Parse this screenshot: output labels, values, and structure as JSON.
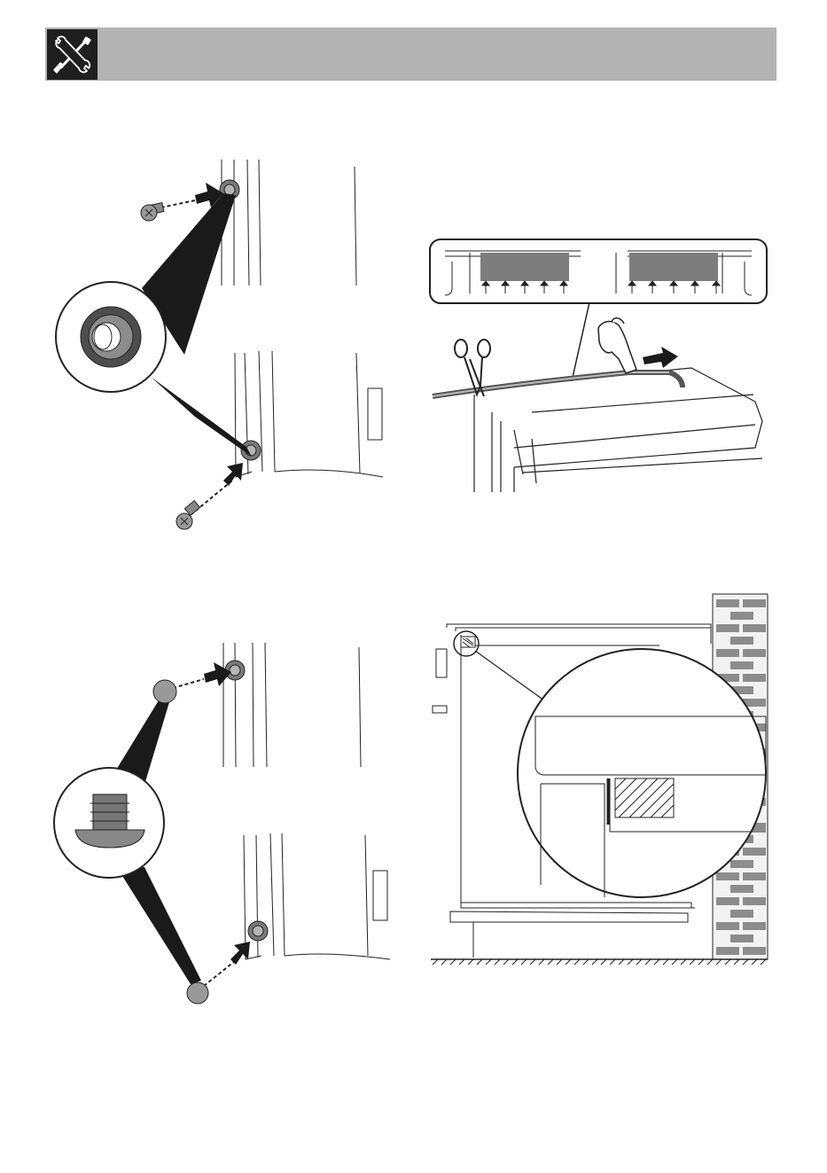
{
  "header": {
    "icon": "tools-icon",
    "background_color": "#b3b3b3",
    "badge_color": "#1f1f1f"
  },
  "figures": [
    {
      "id": "fig-screw-fixing",
      "icon": "screw-icon"
    },
    {
      "id": "fig-seal-strip",
      "icon": "scissors-icon"
    },
    {
      "id": "fig-cover-caps",
      "icon": "cap-icon"
    },
    {
      "id": "fig-wall-clearance",
      "icon": "brick-wall-icon"
    }
  ]
}
